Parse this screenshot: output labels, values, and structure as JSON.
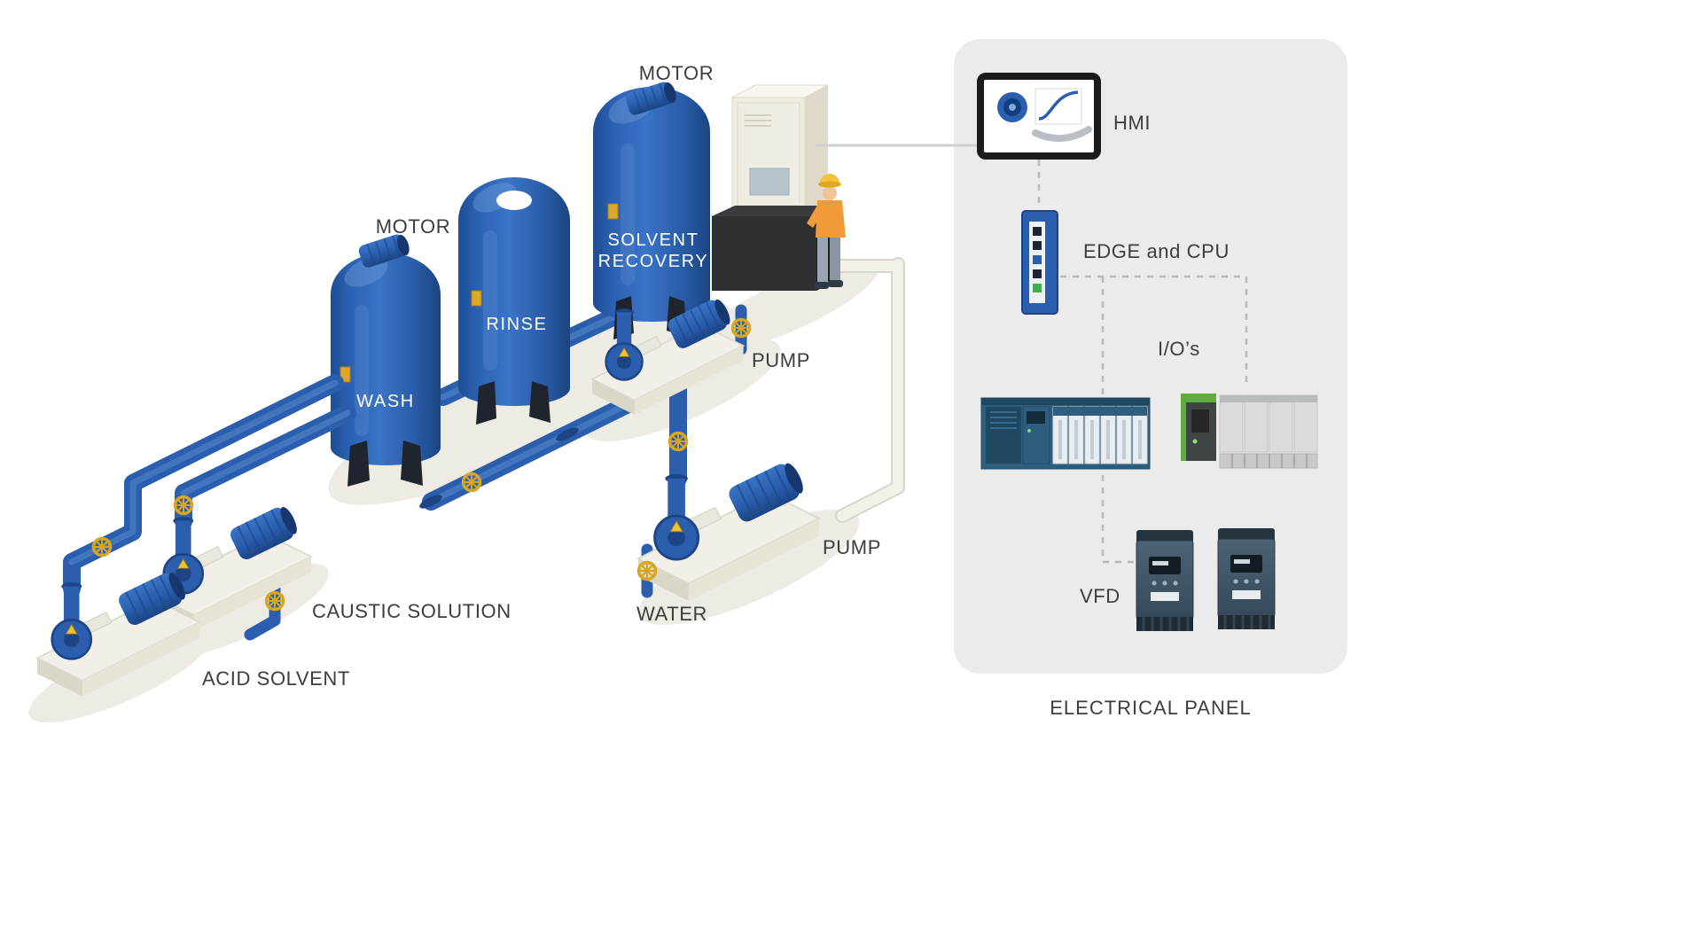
{
  "diagram": {
    "tank_wash_label": "WASH",
    "tank_rinse_label": "RINSE",
    "tank_solvent_label_line1": "SOLVENT",
    "tank_solvent_label_line2": "RECOVERY",
    "motor_wash_label": "MOTOR",
    "motor_solvent_label": "MOTOR",
    "pump_upper_label": "PUMP",
    "pump_lower_label": "PUMP",
    "caustic_label": "CAUSTIC SOLUTION",
    "acid_label": "ACID SOLVENT",
    "water_label": "WATER"
  },
  "electrical_panel": {
    "hmi_label": "HMI",
    "edge_cpu_label": "EDGE and CPU",
    "io_label": "I/O’s",
    "vfd_label": "VFD",
    "panel_title": "ELECTRICAL PANEL"
  },
  "colors": {
    "tank_blue": "#2b5fae",
    "tank_blue_dark": "#1d4585",
    "valve_yellow": "#d9a521",
    "panel_gray": "#ebebeb",
    "label_text": "#3d3d3c",
    "cabinet_cream": "#efece2",
    "vfd_slate": "#40576a",
    "plc_teal": "#2e5d7d",
    "io_green": "#5fae3c"
  }
}
